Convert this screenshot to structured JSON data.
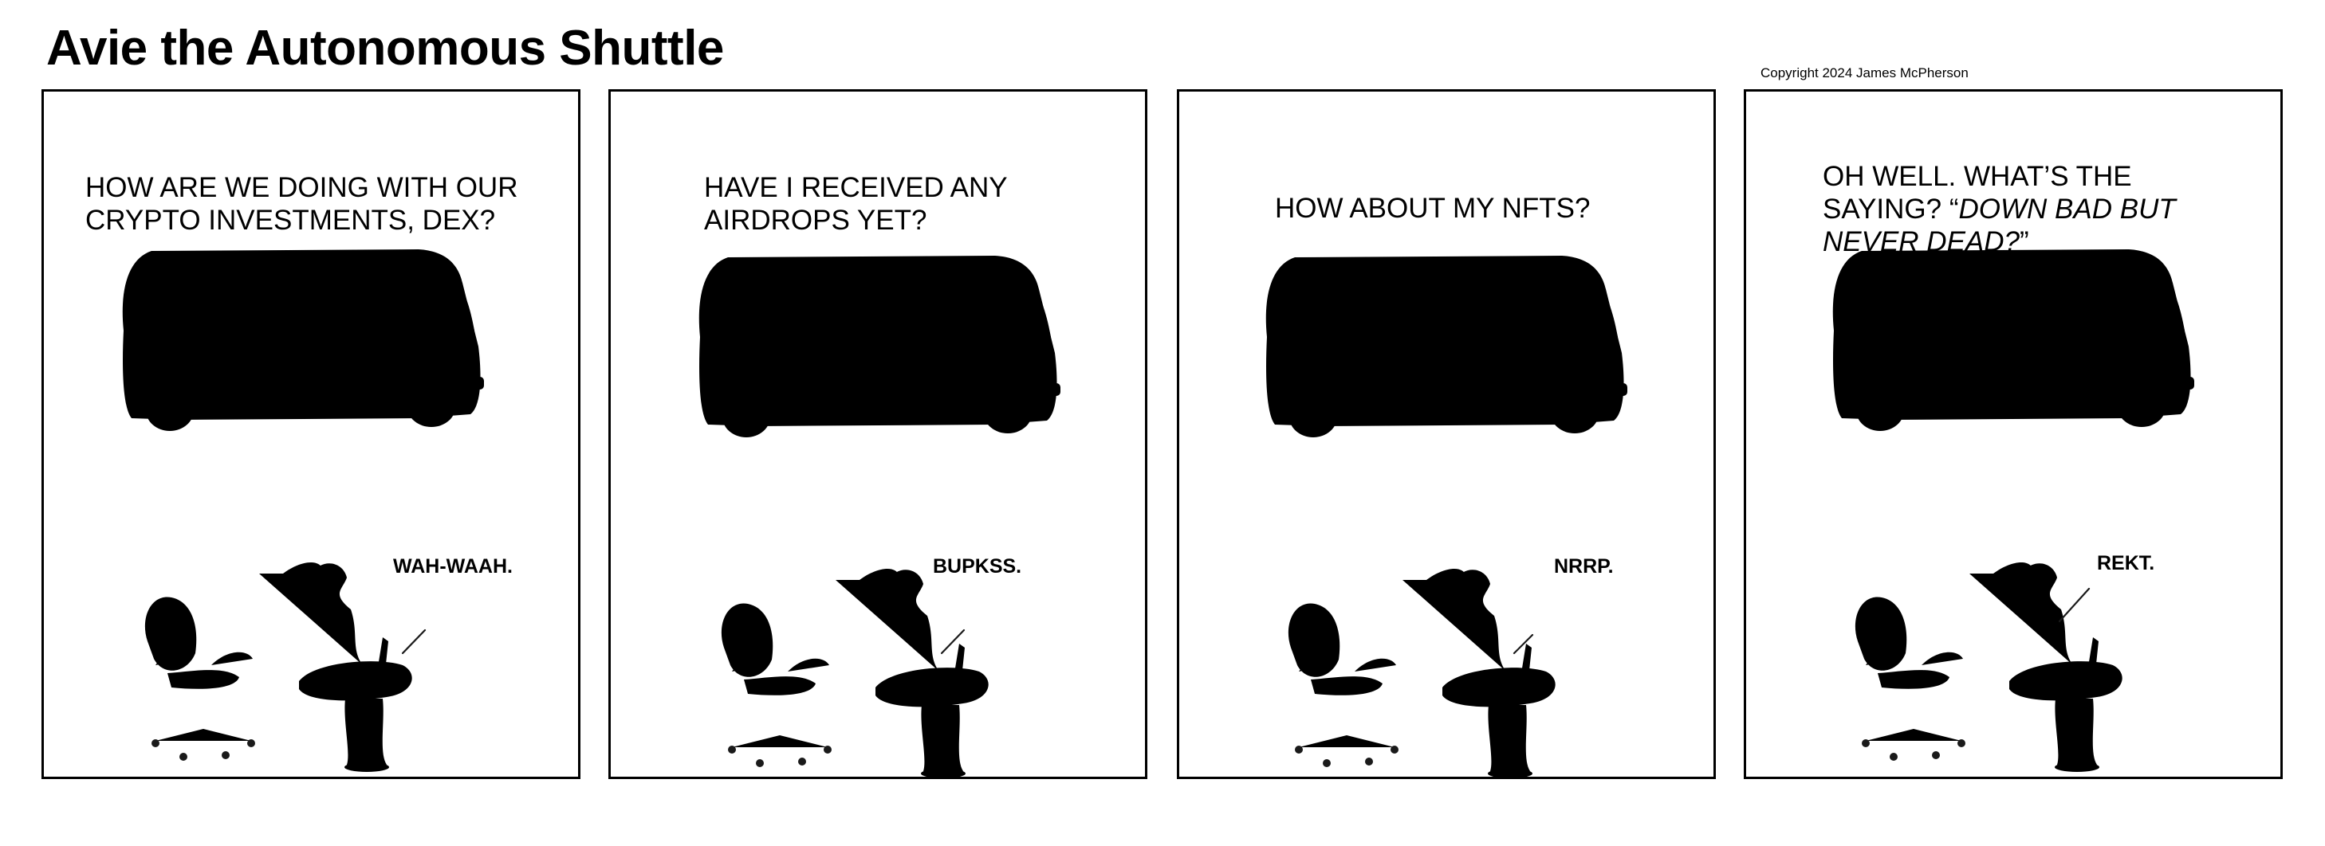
{
  "comic": {
    "title": "Avie the Autonomous Shuttle",
    "copyright": "Copyright 2024 James McPherson"
  },
  "panels": [
    {
      "speech": "HOW ARE WE DOING WITH OUR\nCRYPTO INVESTMENTS, DEX?",
      "reply": "WAH-WAAH."
    },
    {
      "speech": "HAVE I RECEIVED ANY\nAIRDROPS YET?",
      "reply": "BUPKSS."
    },
    {
      "speech": "HOW ABOUT MY NFTS?",
      "reply": "NRRP."
    },
    {
      "speech_plain": "OH WELL. WHAT’S THE\nSAYING? “",
      "speech_italic": "DOWN BAD BUT\nNEVER DEAD?",
      "speech_end": "”",
      "reply": "REKT."
    }
  ],
  "icons": [
    "shuttle-bus-icon",
    "office-chair-icon",
    "desk-robot-icon"
  ]
}
